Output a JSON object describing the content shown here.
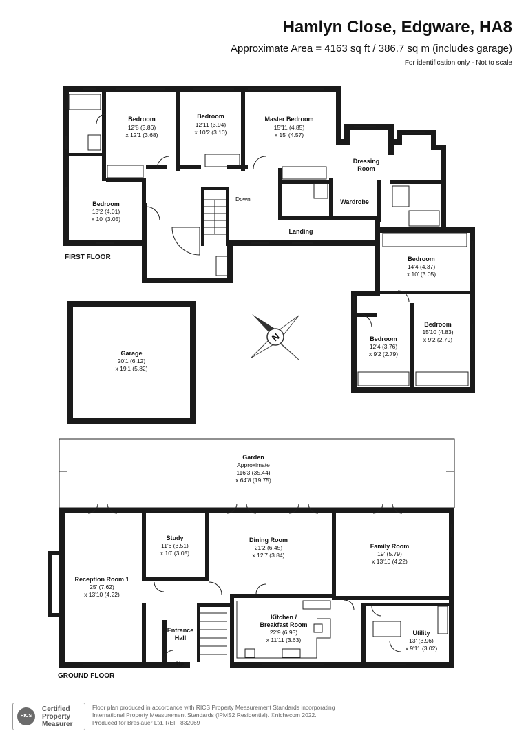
{
  "header": {
    "title": "Hamlyn Close, Edgware, HA8",
    "area": "Approximate Area = 4163 sq ft / 386.7 sq m (includes garage)",
    "note": "For identification only - Not to scale"
  },
  "first_floor": {
    "label": "FIRST FLOOR",
    "rooms": [
      {
        "name": "Bedroom",
        "dims": [
          "12'8 (3.86)",
          "x 12'1 (3.68)"
        ]
      },
      {
        "name": "Bedroom",
        "dims": [
          "12'11 (3.94)",
          "x 10'2 (3.10)"
        ]
      },
      {
        "name": "Master Bedroom",
        "dims": [
          "15'11 (4.85)",
          "x 15' (4.57)"
        ]
      },
      {
        "name": "Dressing",
        "name2": "Room",
        "dims": []
      },
      {
        "name": "Bedroom",
        "dims": [
          "13'2 (4.01)",
          "x 10' (3.05)"
        ]
      },
      {
        "name": "Wardrobe",
        "dims": []
      },
      {
        "name": "Landing",
        "dims": []
      },
      {
        "name": "Bedroom",
        "dims": [
          "14'4 (4.37)",
          "x 10' (3.05)"
        ]
      },
      {
        "name": "Bedroom",
        "dims": [
          "15'10 (4.83)",
          "x 9'2 (2.79)"
        ]
      },
      {
        "name": "Bedroom",
        "dims": [
          "12'4 (3.76)",
          "x 9'2 (2.79)"
        ]
      }
    ],
    "stairs_label": "Down"
  },
  "garage": {
    "name": "Garage",
    "dims": [
      "20'1 (6.12)",
      "x 19'1 (5.82)"
    ]
  },
  "compass": {
    "letter": "N"
  },
  "ground_floor": {
    "label": "GROUND FLOOR",
    "garden": {
      "name": "Garden",
      "dims": [
        "Approximate",
        "116'3 (35.44)",
        "x 64'8 (19.75)"
      ]
    },
    "rooms": [
      {
        "name": "Study",
        "dims": [
          "11'6 (3.51)",
          "x 10' (3.05)"
        ]
      },
      {
        "name": "Dining Room",
        "dims": [
          "21'2 (6.45)",
          "x 12'7 (3.84)"
        ]
      },
      {
        "name": "Family Room",
        "dims": [
          "19' (5.79)",
          "x 13'10 (4.22)"
        ]
      },
      {
        "name": "Reception Room 1",
        "dims": [
          "25' (7.62)",
          "x 13'10 (4.22)"
        ]
      },
      {
        "name": "Kitchen /",
        "name2": "Breakfast Room",
        "dims": [
          "22'9 (6.93)",
          "x 11'11 (3.63)"
        ]
      },
      {
        "name": "Entrance",
        "name2": "Hall",
        "dims": []
      },
      {
        "name": "Utility",
        "dims": [
          "13' (3.96)",
          "x 9'11 (3.02)"
        ]
      }
    ],
    "stairs_label": "Up"
  },
  "footer": {
    "badge_logo": "RICS",
    "badge_lines": [
      "Certified",
      "Property",
      "Measurer"
    ],
    "text_lines": [
      "Floor plan produced in accordance with RICS Property Measurement Standards incorporating",
      "International Property Measurement Standards (IPMS2 Residential).  ©nichecom 2022.",
      "Produced for Breslauer Ltd.   REF:  832069"
    ]
  }
}
